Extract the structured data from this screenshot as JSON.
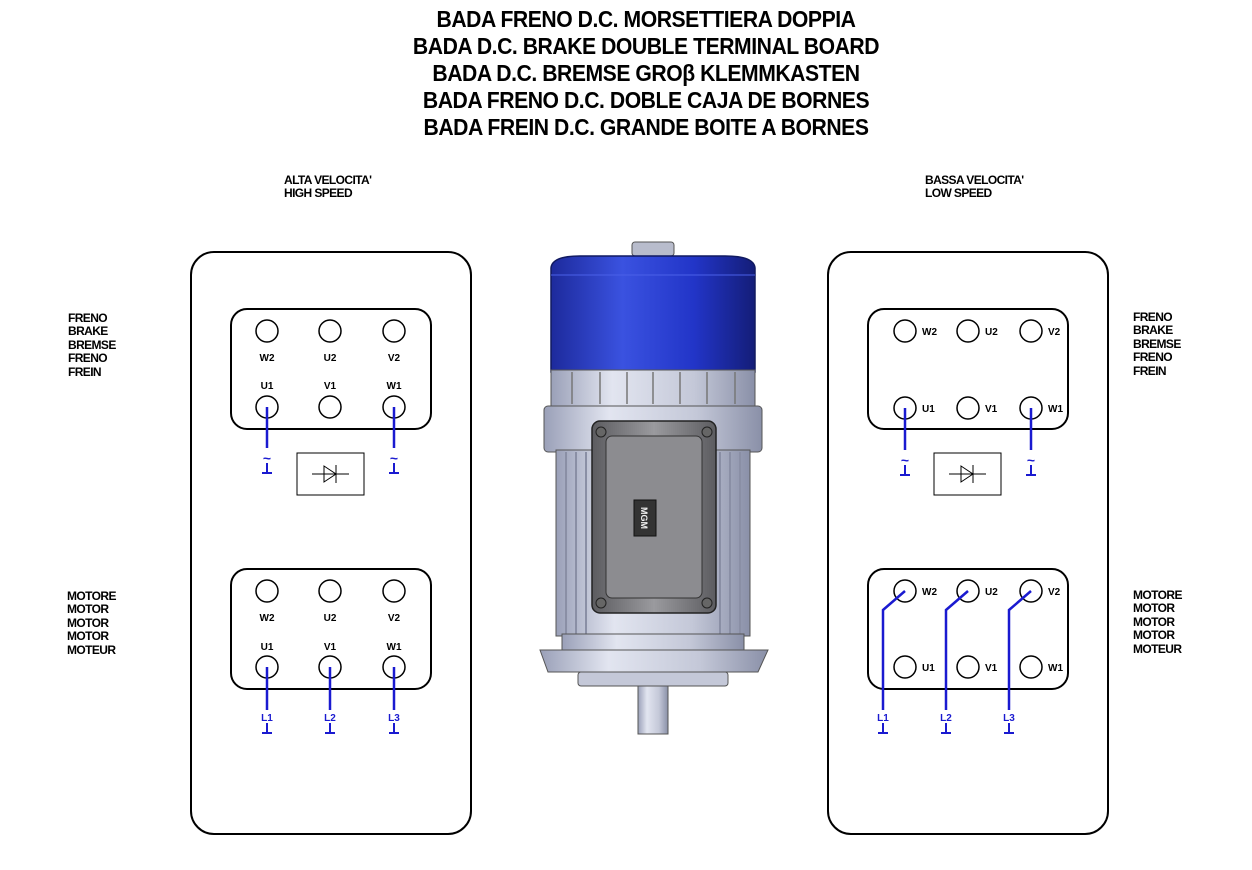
{
  "titles": [
    "BADA FRENO D.C. MORSETTIERA DOPPIA",
    "BADA D.C. BRAKE DOUBLE TERMINAL BOARD",
    "BADA D.C. BREMSE GROβ KLEMMKASTEN",
    "BADA FRENO D.C. DOBLE CAJA DE BORNES",
    "BADA FREIN D.C. GRANDE BOITE A BORNES"
  ],
  "high_speed": {
    "line1": "ALTA VELOCITA'",
    "line2": "HIGH SPEED"
  },
  "low_speed": {
    "line1": "BASSA VELOCITA'",
    "line2": "LOW SPEED"
  },
  "brake_labels": [
    "FRENO",
    "BRAKE",
    "BREMSE",
    "FRENO",
    "FREIN"
  ],
  "motor_labels": [
    "MOTORE",
    "MOTOR",
    "MOTOR",
    "MOTOR",
    "MOTEUR"
  ],
  "terminals": {
    "top_row": [
      "W2",
      "U2",
      "V2"
    ],
    "bottom_row": [
      "U1",
      "V1",
      "W1"
    ]
  },
  "supply_lines": [
    "L1",
    "L2",
    "L3"
  ],
  "ac_symbol": "~",
  "motor_badge": "MGM",
  "colors": {
    "wire": "#1a1ad0",
    "motor_cover": "#2235c8",
    "motor_body": "#c4c8d8",
    "terminal_box": "#8a8a8e"
  }
}
